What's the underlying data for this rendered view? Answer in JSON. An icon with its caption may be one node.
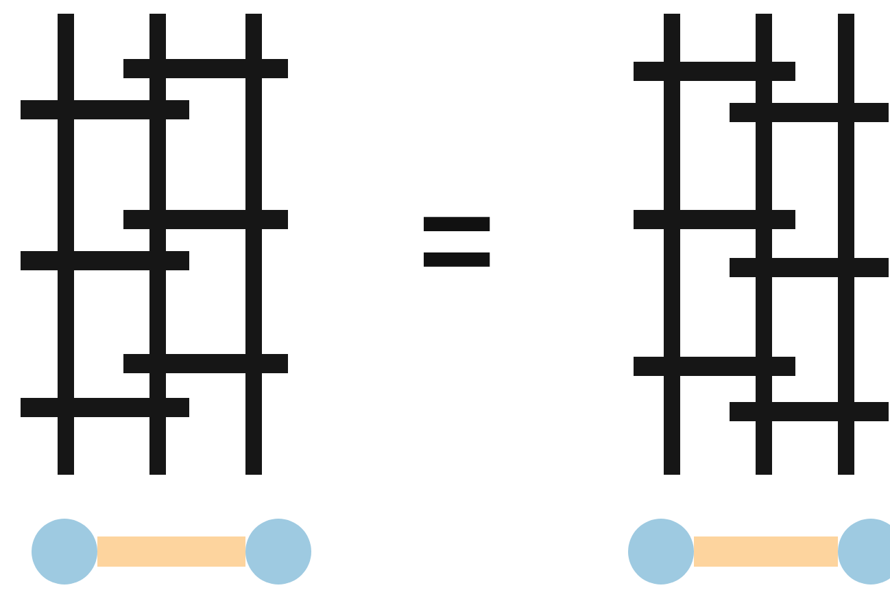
{
  "diagram": {
    "nodes": [
      {
        "text": [],
        "shape": "circle"
      },
      {
        "text": [],
        "shape": "circle"
      },
      {
        "text": [],
        "shape": "circle"
      },
      {
        "text": [],
        "shape": "circle"
      }
    ],
    "edges": [
      {
        "from": 0,
        "to": 1,
        "arrow": "none",
        "color": "#fdd49e"
      },
      {
        "from": 2,
        "to": 3,
        "arrow": "none",
        "color": "#fdd49e"
      }
    ],
    "labels": [
      "="
    ]
  }
}
